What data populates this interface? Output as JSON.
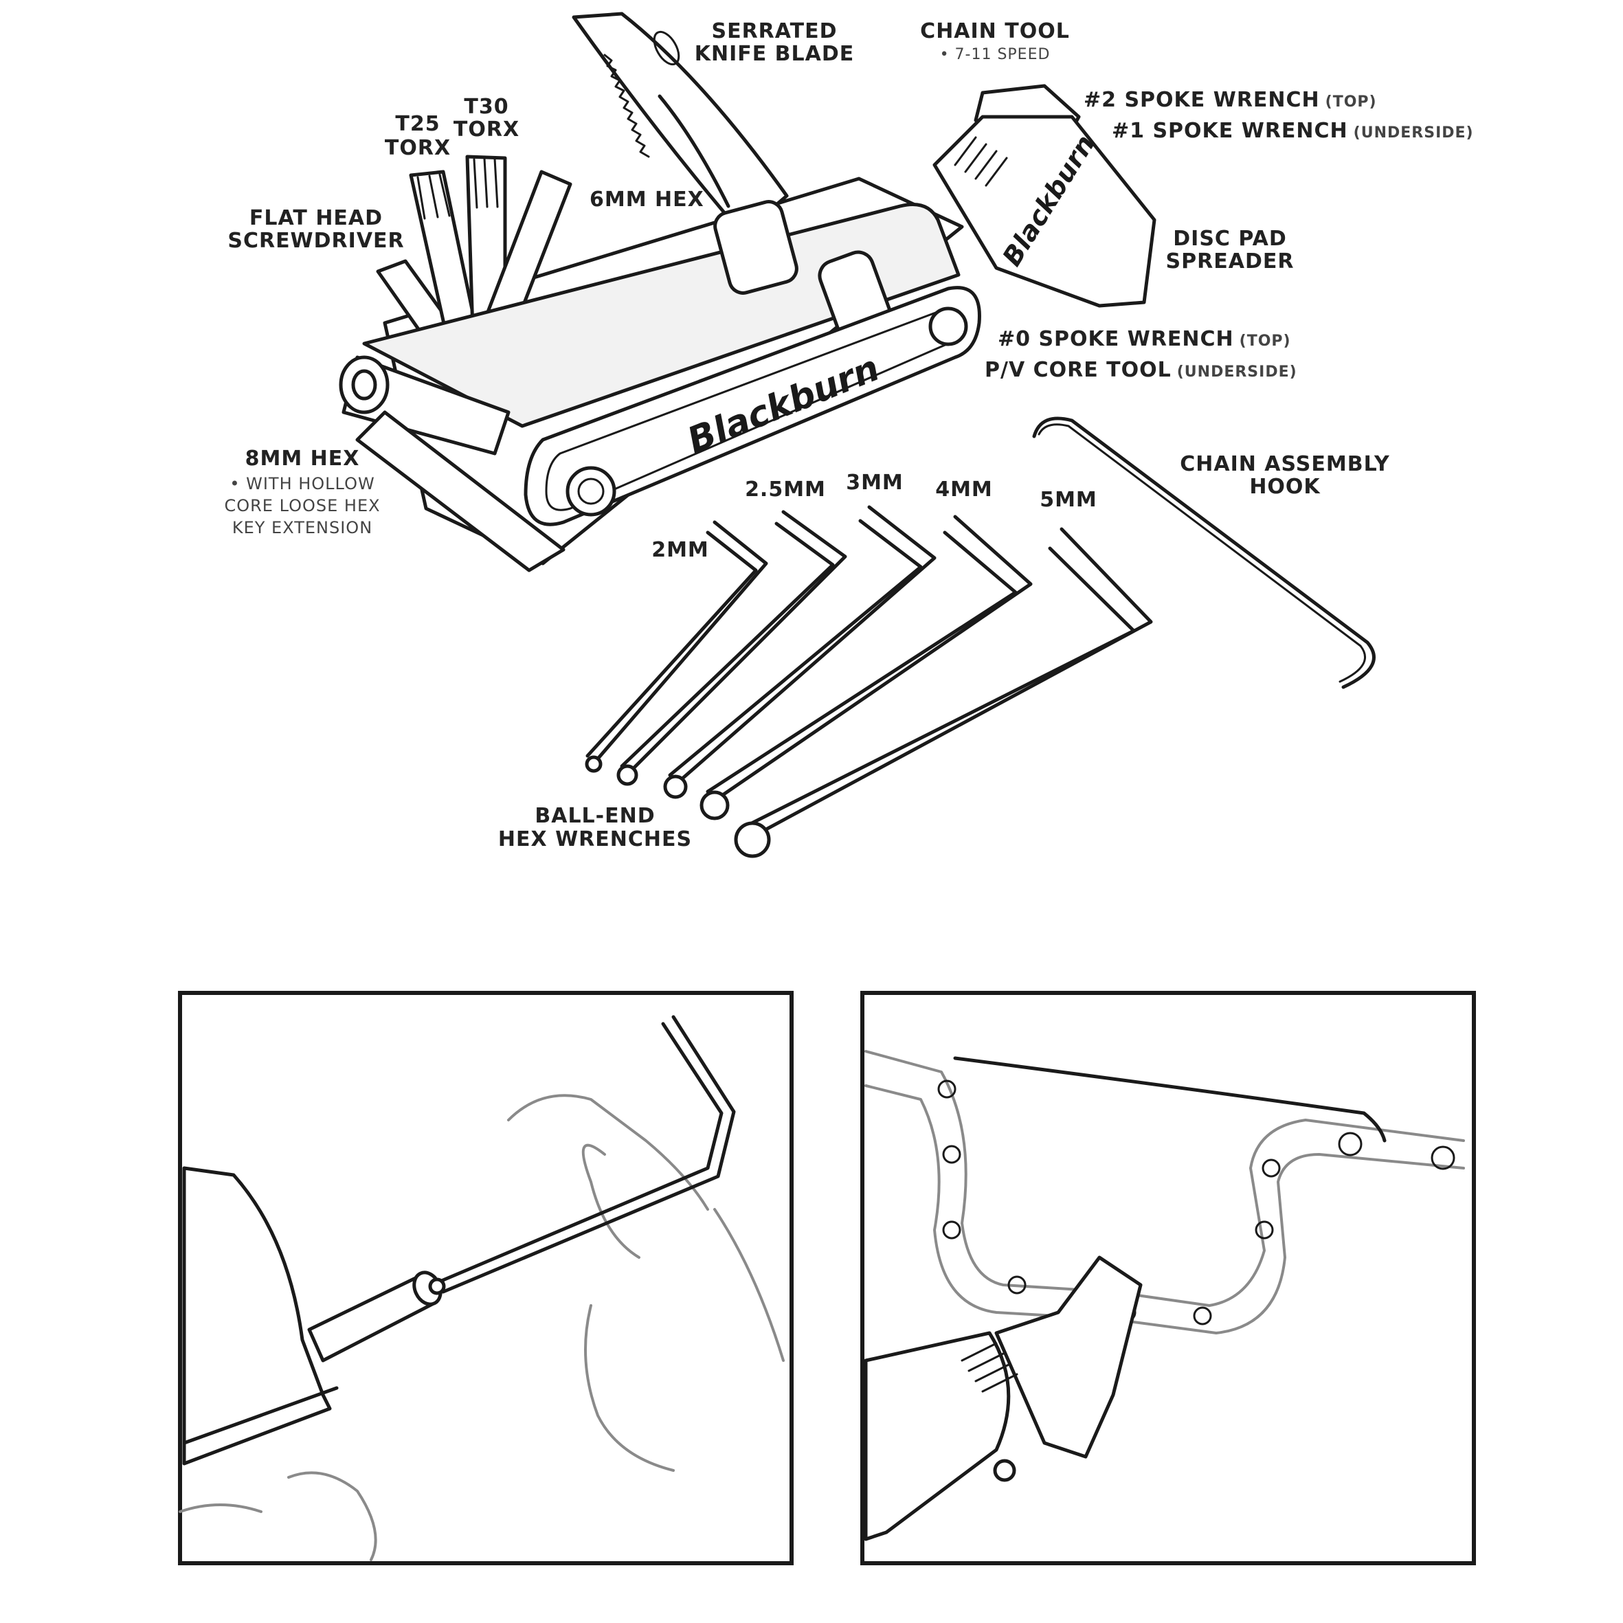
{
  "labels": {
    "serrated_knife": [
      "SERRATED",
      "KNIFE BLADE"
    ],
    "chain_tool": "CHAIN TOOL",
    "chain_tool_note": "• 7-11 SPEED",
    "spoke2": "#2 SPOKE WRENCH",
    "spoke2_note": "(TOP)",
    "spoke1": "#1 SPOKE WRENCH",
    "spoke1_note": "(UNDERSIDE)",
    "t30": [
      "T30",
      "TORX"
    ],
    "t25": [
      "T25",
      "TORX"
    ],
    "hex6": "6MM HEX",
    "flat_head": [
      "FLAT HEAD",
      "SCREWDRIVER"
    ],
    "disc_pad": [
      "DISC PAD",
      "SPREADER"
    ],
    "spoke0": "#0 SPOKE WRENCH",
    "spoke0_note": "(TOP)",
    "pv_core": "P/V CORE TOOL",
    "pv_core_note": "(UNDERSIDE)",
    "hex8": "8MM HEX",
    "hex8_notes": [
      "• WITH HOLLOW",
      "CORE LOOSE HEX",
      "KEY EXTENSION"
    ],
    "chain_hook": [
      "CHAIN ASSEMBLY",
      "HOOK"
    ],
    "ball_end": [
      "BALL-END",
      "HEX WRENCHES"
    ],
    "wrench_sizes": [
      "2MM",
      "2.5MM",
      "3MM",
      "4MM",
      "5MM"
    ]
  },
  "brand": "Blackburn",
  "colors": {
    "ink": "#1a1a1a",
    "label": "#222222",
    "hand": "#8a8a8a",
    "background": "#ffffff"
  }
}
